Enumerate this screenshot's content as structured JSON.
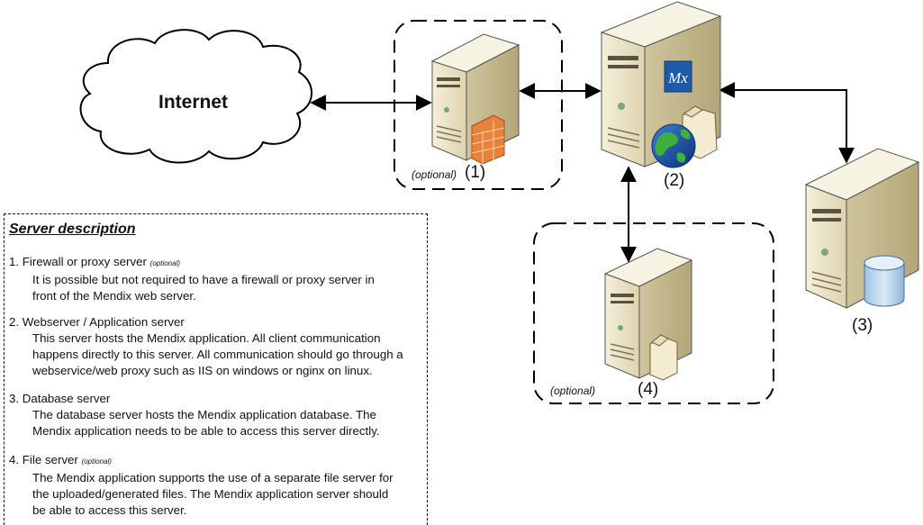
{
  "cloud": {
    "label": "Internet"
  },
  "nodes": {
    "firewall": {
      "number": "(1)",
      "optional": "(optional)"
    },
    "appserver": {
      "number": "(2)",
      "logo": "Mx"
    },
    "database": {
      "number": "(3)"
    },
    "fileserver": {
      "number": "(4)",
      "optional": "(optional)"
    }
  },
  "legend": {
    "title": "Server description",
    "items": [
      {
        "heading": "1. Firewall or proxy server",
        "tag": "(optional)",
        "lines": [
          "It is possible but not required to have a firewall or proxy server in",
          "front of the Mendix web server."
        ]
      },
      {
        "heading": "2. Webserver / Application server",
        "tag": "",
        "lines": [
          "This server hosts the Mendix application. All client communication",
          "happens directly to this server. All communication should go through a",
          "webservice/web proxy such as IIS on windows or nginx on linux."
        ]
      },
      {
        "heading": "3. Database server",
        "tag": "",
        "lines": [
          "The database server hosts the Mendix application database. The",
          "Mendix application needs to be able to access this server directly."
        ]
      },
      {
        "heading": "4. File server",
        "tag": "(optional)",
        "lines": [
          "The Mendix application supports the use of a separate file server for",
          "the uploaded/generated files. The Mendix application server should",
          "be able to access this server."
        ]
      }
    ]
  },
  "colors": {
    "server_body": "#ebe4c8",
    "server_side": "#c9bd95",
    "logo_blue": "#1d5aa8",
    "db_blue": "#bcd6ee",
    "firewall": "#e8813a"
  }
}
